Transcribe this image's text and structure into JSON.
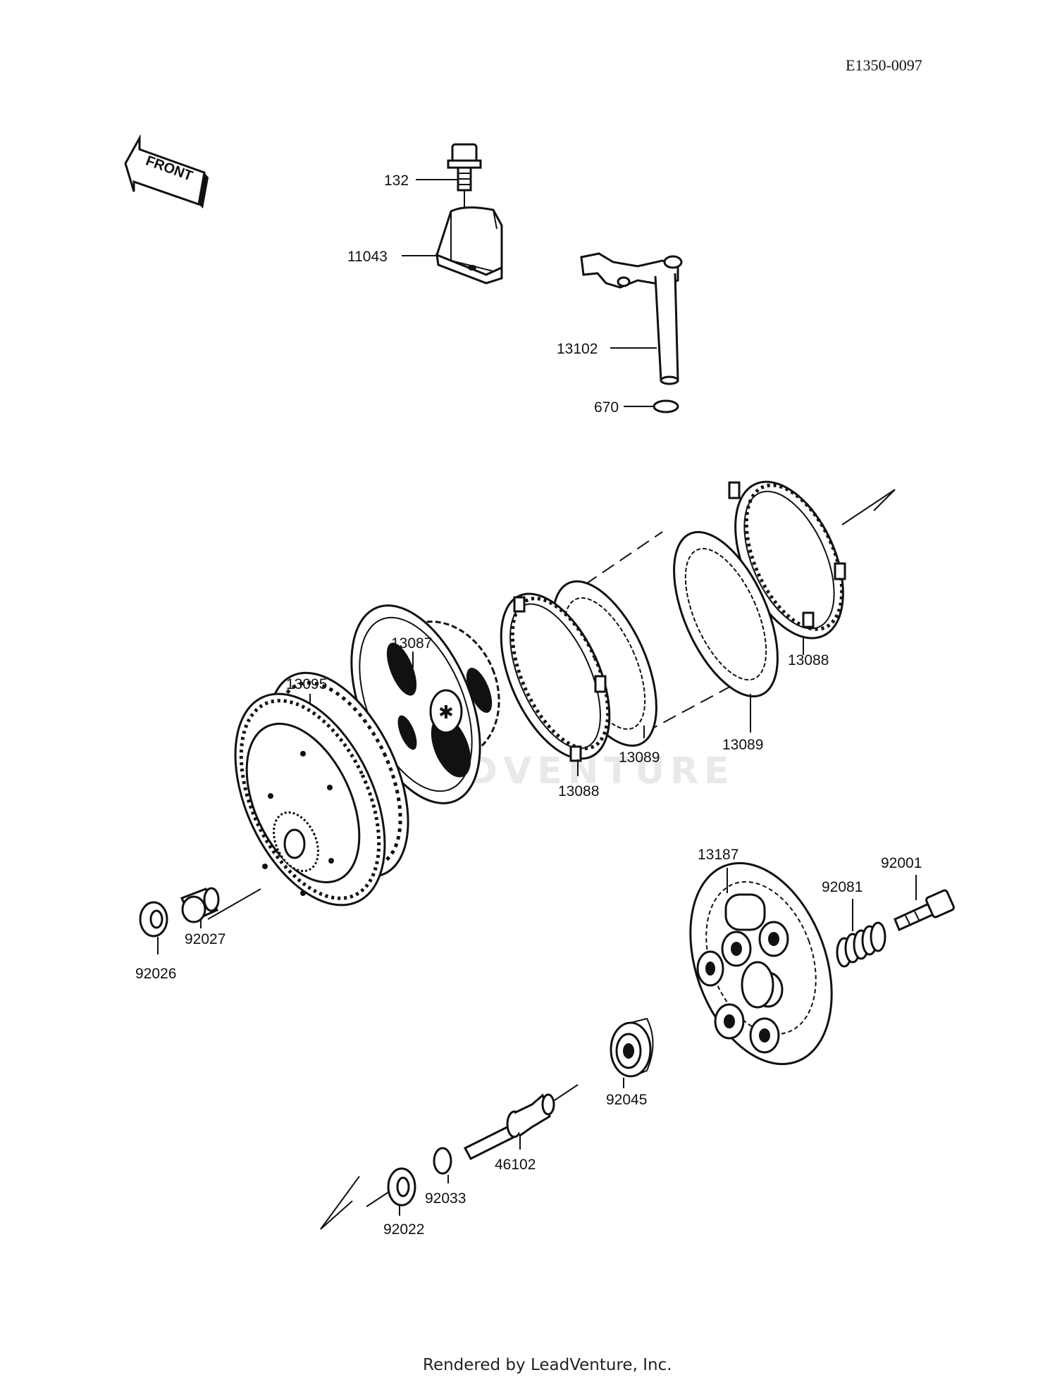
{
  "diagram_code": "E1350-0097",
  "front_label": "FRONT",
  "watermark": "LEADVENTURE",
  "footer": "Rendered by LeadVenture, Inc.",
  "parts": {
    "p132": "132",
    "p11043": "11043",
    "p13102": "13102",
    "p670": "670",
    "p13087": "13087",
    "p13095": "13095",
    "p13088a": "13088",
    "p13088b": "13088",
    "p13089a": "13089",
    "p13089b": "13089",
    "p92027": "92027",
    "p92026": "92026",
    "p13187": "13187",
    "p92081": "92081",
    "p92001": "92001",
    "p92045": "92045",
    "p46102": "46102",
    "p92033": "92033",
    "p92022": "92022"
  }
}
